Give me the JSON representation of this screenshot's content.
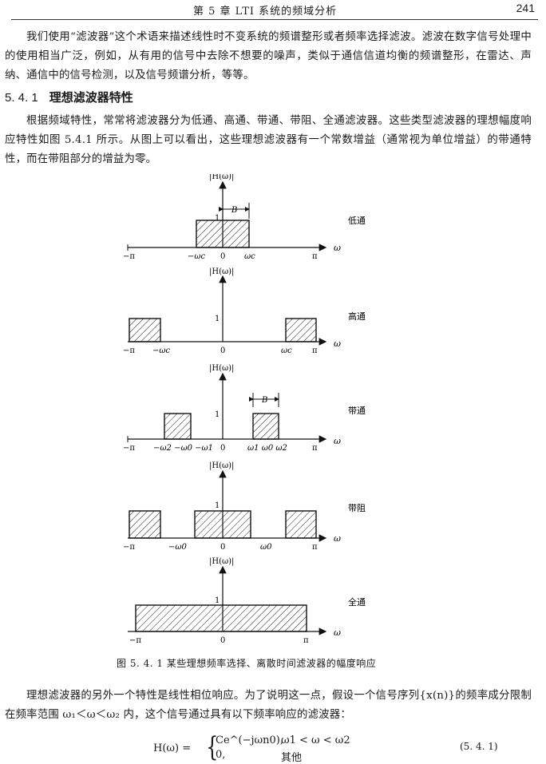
{
  "header": {
    "running_title": "第 5 章   LTI 系统的频域分析",
    "page_number": "241"
  },
  "paragraphs": {
    "p1": "我们使用“滤波器”这个术语来描述线性时不变系统的频谱整形或者频率选择滤波。滤波在数字信号处理中的使用相当广泛，例如，从有用的信号中去除不想要的噪声，类似于通信信道均衡的频谱整形，在雷达、声纳、通信中的信号检测，以及信号频谱分析，等等。",
    "p2": "根据频域特性，常常将滤波器分为低通、高通、带通、带阻、全通滤波器。这些类型滤波器的理想幅度响应特性如图 5.4.1 所示。从图上可以看出，这些理想滤波器有一个常数增益（通常视为单位增益）的带通特性，而在带阻部分的增益为零。",
    "p3": "理想滤波器的另外一个特性是线性相位响应。为了说明这一点，假设一个信号序列{x(n)}的频率成分限制在频率范围 ω₁＜ω＜ω₂ 内，这个信号通过具有以下频率响应的滤波器："
  },
  "section": {
    "number": "5. 4. 1",
    "title": "理想滤波器特性"
  },
  "figure": {
    "caption": "图 5. 4. 1   某些理想频率选择、离散时间滤波器的幅度响应",
    "ylabel": "|H(ω)|",
    "xlabel": "ω",
    "unit_gain": "1",
    "bandwidth_label": "B",
    "panels": [
      {
        "name": "低通",
        "ticks": [
          "−π",
          "−ωc",
          "0",
          "ωc",
          "π"
        ]
      },
      {
        "name": "高通",
        "ticks": [
          "−π",
          "−ωc",
          "0",
          "ωc",
          "π"
        ]
      },
      {
        "name": "带通",
        "ticks": [
          "−π",
          "−ω2 −ω0 −ω1",
          "0",
          "ω1 ω0 ω2",
          "π"
        ]
      },
      {
        "name": "带阻",
        "ticks": [
          "−π",
          "−ω0",
          "0",
          "ω0",
          "π"
        ]
      },
      {
        "name": "全通",
        "ticks": [
          "−π",
          "0",
          "π"
        ]
      }
    ]
  },
  "equation": {
    "lhs": "H(ω) =",
    "case1_expr": "Ce^(−jωn0),",
    "case1_cond": "ω1 < ω < ω2",
    "case2_expr": "0,",
    "case2_cond": "其他",
    "number": "(5. 4. 1)"
  }
}
